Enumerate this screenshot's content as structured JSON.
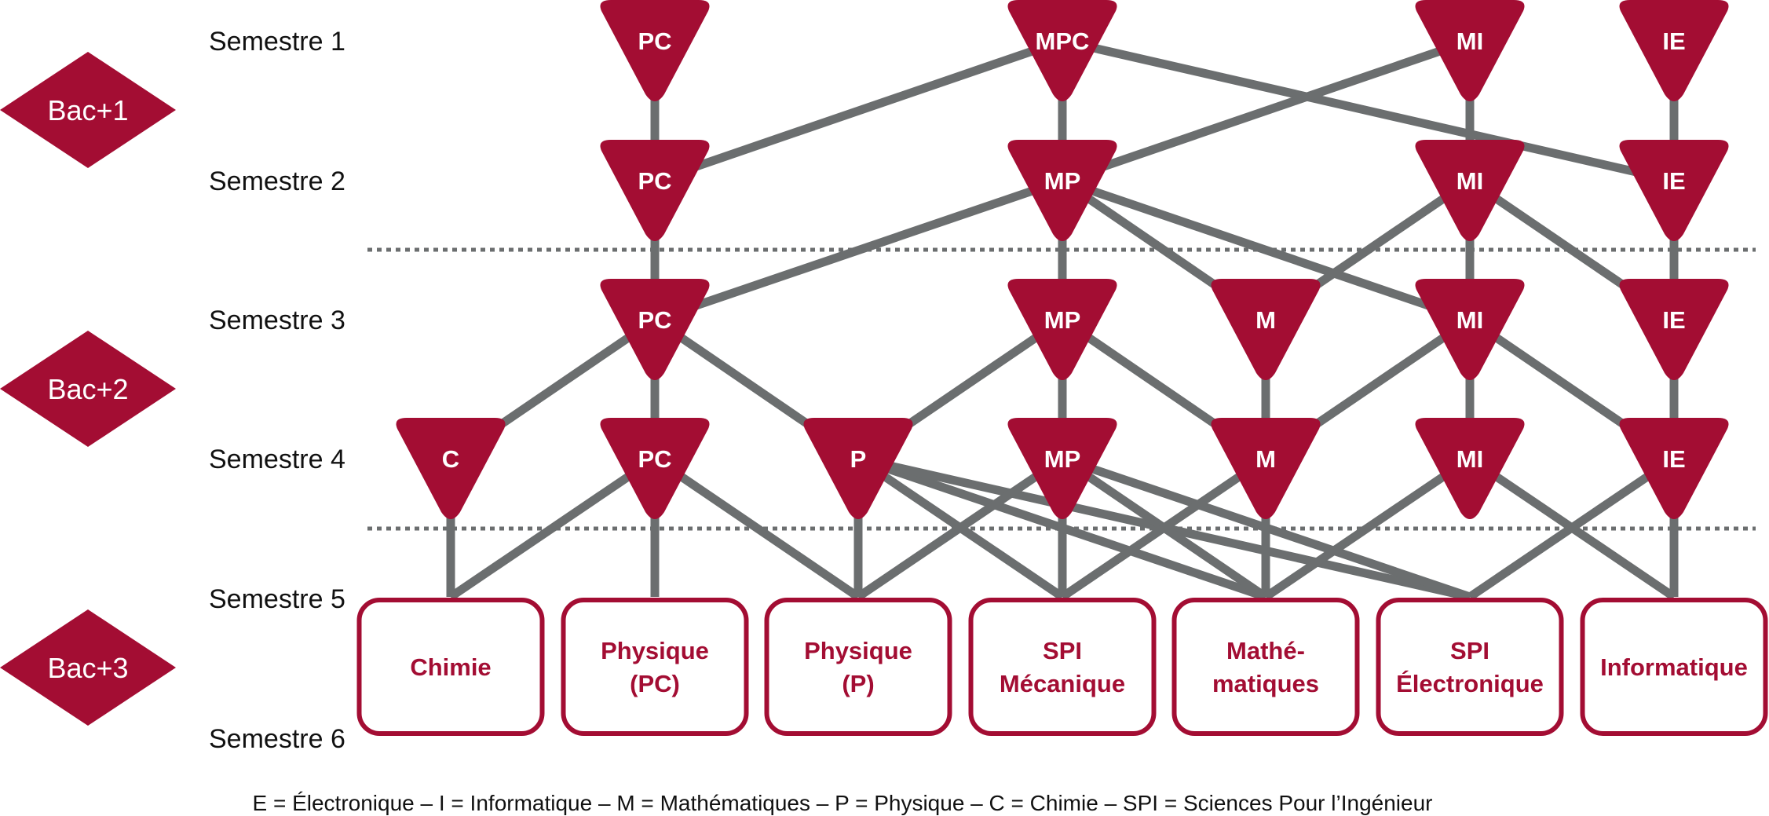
{
  "colors": {
    "primary": "#a30d33",
    "edge": "#6b6e6f",
    "text": "#111111",
    "box_fill": "#ffffff"
  },
  "levels": [
    "Bac+1",
    "Bac+2",
    "Bac+3"
  ],
  "semesters": [
    "Semestre 1",
    "Semestre 2",
    "Semestre 3",
    "Semestre 4",
    "Semestre 5",
    "Semestre 6"
  ],
  "rows": [
    {
      "semester": 1,
      "nodes": [
        {
          "id": "s1-pc",
          "col": 2,
          "label": "PC"
        },
        {
          "id": "s1-mpc",
          "col": 4,
          "label": "MPC"
        },
        {
          "id": "s1-mi",
          "col": 6,
          "label": "MI"
        },
        {
          "id": "s1-ie",
          "col": 7,
          "label": "IE"
        }
      ]
    },
    {
      "semester": 2,
      "nodes": [
        {
          "id": "s2-pc",
          "col": 2,
          "label": "PC"
        },
        {
          "id": "s2-mp",
          "col": 4,
          "label": "MP"
        },
        {
          "id": "s2-mi",
          "col": 6,
          "label": "MI"
        },
        {
          "id": "s2-ie",
          "col": 7,
          "label": "IE"
        }
      ]
    },
    {
      "semester": 3,
      "nodes": [
        {
          "id": "s3-pc",
          "col": 2,
          "label": "PC"
        },
        {
          "id": "s3-mp",
          "col": 4,
          "label": "MP"
        },
        {
          "id": "s3-m",
          "col": 5,
          "label": "M"
        },
        {
          "id": "s3-mi",
          "col": 6,
          "label": "MI"
        },
        {
          "id": "s3-ie",
          "col": 7,
          "label": "IE"
        }
      ]
    },
    {
      "semester": 4,
      "nodes": [
        {
          "id": "s4-c",
          "col": 1,
          "label": "C"
        },
        {
          "id": "s4-pc",
          "col": 2,
          "label": "PC"
        },
        {
          "id": "s4-p",
          "col": 3,
          "label": "P"
        },
        {
          "id": "s4-mp",
          "col": 4,
          "label": "MP"
        },
        {
          "id": "s4-m",
          "col": 5,
          "label": "M"
        },
        {
          "id": "s4-mi",
          "col": 6,
          "label": "MI"
        },
        {
          "id": "s4-ie",
          "col": 7,
          "label": "IE"
        }
      ]
    }
  ],
  "programs": [
    {
      "id": "l3-chimie",
      "col": 1,
      "lines": [
        "Chimie"
      ]
    },
    {
      "id": "l3-physique-pc",
      "col": 2,
      "lines": [
        "Physique",
        "(PC)"
      ]
    },
    {
      "id": "l3-physique-p",
      "col": 3,
      "lines": [
        "Physique",
        "(P)"
      ]
    },
    {
      "id": "l3-spi-meca",
      "col": 4,
      "lines": [
        "SPI",
        "Mécanique"
      ]
    },
    {
      "id": "l3-maths",
      "col": 5,
      "lines": [
        "Mathé-",
        "matiques"
      ]
    },
    {
      "id": "l3-spi-elec",
      "col": 6,
      "lines": [
        "SPI",
        "Électronique"
      ]
    },
    {
      "id": "l3-info",
      "col": 7,
      "lines": [
        "Informatique"
      ]
    }
  ],
  "edges": [
    [
      "s1-pc",
      "s2-pc"
    ],
    [
      "s1-mpc",
      "s2-pc"
    ],
    [
      "s1-mpc",
      "s2-mp"
    ],
    [
      "s1-mpc",
      "s2-ie"
    ],
    [
      "s1-mi",
      "s2-mp"
    ],
    [
      "s1-mi",
      "s2-mi"
    ],
    [
      "s1-ie",
      "s2-ie"
    ],
    [
      "s2-pc",
      "s3-pc"
    ],
    [
      "s2-mp",
      "s3-pc"
    ],
    [
      "s2-mp",
      "s3-mp"
    ],
    [
      "s2-mp",
      "s3-m"
    ],
    [
      "s2-mp",
      "s3-mi"
    ],
    [
      "s2-mi",
      "s3-mi"
    ],
    [
      "s2-mi",
      "s3-m"
    ],
    [
      "s2-mi",
      "s3-ie"
    ],
    [
      "s2-ie",
      "s3-ie"
    ],
    [
      "s3-pc",
      "s4-c"
    ],
    [
      "s3-pc",
      "s4-pc"
    ],
    [
      "s3-pc",
      "s4-p"
    ],
    [
      "s3-mp",
      "s4-p"
    ],
    [
      "s3-mp",
      "s4-mp"
    ],
    [
      "s3-mp",
      "s4-m"
    ],
    [
      "s3-m",
      "s4-m"
    ],
    [
      "s3-mi",
      "s4-m"
    ],
    [
      "s3-mi",
      "s4-mi"
    ],
    [
      "s3-mi",
      "s4-ie"
    ],
    [
      "s3-ie",
      "s4-ie"
    ],
    [
      "s4-c",
      "l3-chimie"
    ],
    [
      "s4-pc",
      "l3-chimie"
    ],
    [
      "s4-pc",
      "l3-physique-pc"
    ],
    [
      "s4-pc",
      "l3-physique-p"
    ],
    [
      "s4-p",
      "l3-physique-p"
    ],
    [
      "s4-p",
      "l3-spi-meca"
    ],
    [
      "s4-p",
      "l3-maths"
    ],
    [
      "s4-p",
      "l3-spi-elec"
    ],
    [
      "s4-mp",
      "l3-physique-p"
    ],
    [
      "s4-mp",
      "l3-spi-meca"
    ],
    [
      "s4-mp",
      "l3-maths"
    ],
    [
      "s4-mp",
      "l3-spi-elec"
    ],
    [
      "s4-m",
      "l3-spi-meca"
    ],
    [
      "s4-m",
      "l3-maths"
    ],
    [
      "s4-mi",
      "l3-maths"
    ],
    [
      "s4-mi",
      "l3-info"
    ],
    [
      "s4-ie",
      "l3-spi-elec"
    ],
    [
      "s4-ie",
      "l3-info"
    ]
  ],
  "legend": "E = Électronique – I = Informatique – M = Mathématiques – P = Physique – C = Chimie – SPI = Sciences Pour l’Ingénieur"
}
